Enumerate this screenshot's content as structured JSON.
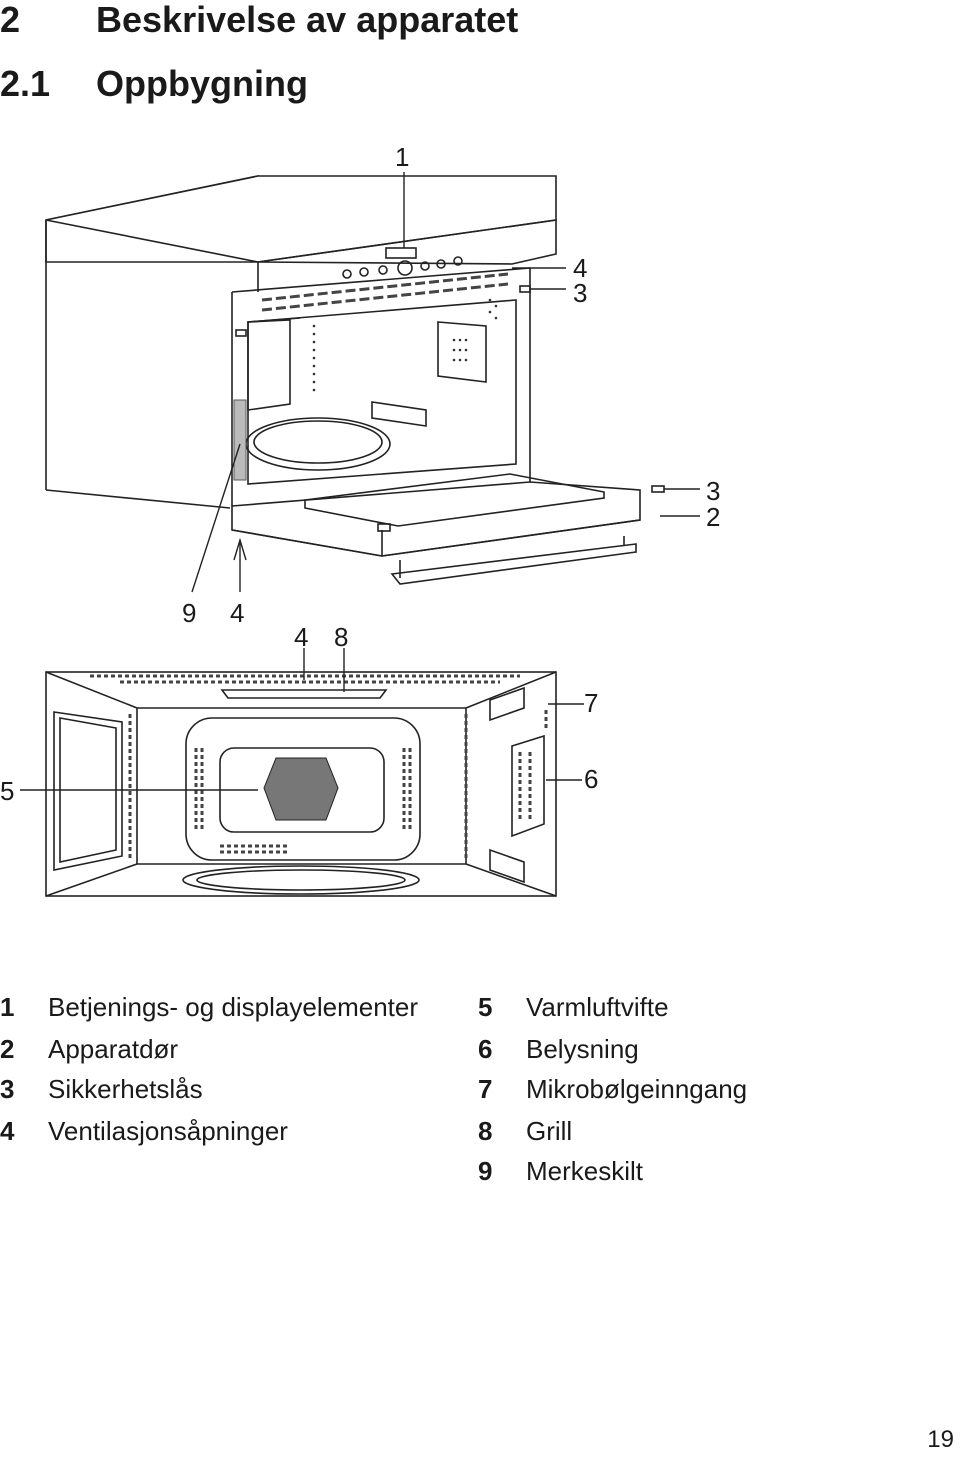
{
  "heading": {
    "number": "2",
    "title": "Beskrivelse av apparatet"
  },
  "subheading": {
    "number": "2.1",
    "title": "Oppbygning"
  },
  "figure_top": {
    "callouts": [
      "1",
      "4",
      "3",
      "3",
      "2",
      "9",
      "4"
    ]
  },
  "figure_bottom": {
    "callouts": [
      "4",
      "8",
      "7",
      "5",
      "6"
    ]
  },
  "legend": [
    {
      "num": "1",
      "label": "Betjenings- og displayelementer"
    },
    {
      "num": "2",
      "label": "Apparatdør"
    },
    {
      "num": "3",
      "label": "Sikkerhetslås"
    },
    {
      "num": "4",
      "label": "Ventilasjonsåpninger"
    },
    {
      "num": "5",
      "label": "Varmluftvifte"
    },
    {
      "num": "6",
      "label": "Belysning"
    },
    {
      "num": "7",
      "label": "Mikrobølgeinngang"
    },
    {
      "num": "8",
      "label": "Grill"
    },
    {
      "num": "9",
      "label": "Merkeskilt"
    }
  ],
  "page_number": "19"
}
